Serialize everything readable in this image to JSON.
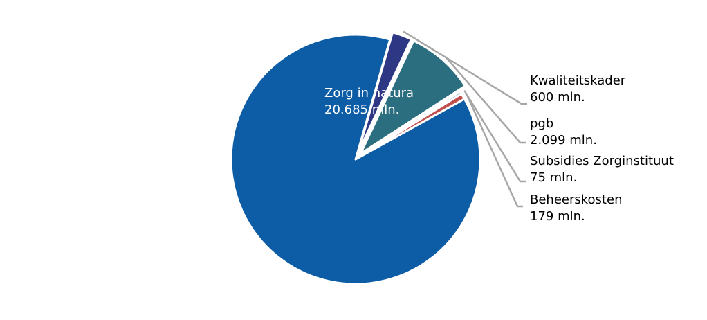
{
  "chart_data": {
    "type": "pie",
    "title": "",
    "slices": [
      {
        "name": "Zorg in natura",
        "value": 20685,
        "value_label": "20.685 mln.",
        "color": "#0d5ca6",
        "label_position": "inside"
      },
      {
        "name": "Kwaliteitskader",
        "value": 600,
        "value_label": "600 mln.",
        "color": "#2d3784",
        "label_position": "outside"
      },
      {
        "name": "pgb",
        "value": 2099,
        "value_label": "2.099 mln.",
        "color": "#2b6e80",
        "label_position": "outside"
      },
      {
        "name": "Subsidies Zorginstituut",
        "value": 75,
        "value_label": "75 mln.",
        "color": "#1f6399",
        "label_position": "outside"
      },
      {
        "name": "Beheerskosten",
        "value": 179,
        "value_label": "179 mln.",
        "color": "#c0504d",
        "label_position": "outside"
      }
    ],
    "start_angle_deg": -29,
    "direction": "clockwise",
    "exploded_slices": [
      "Kwaliteitskader",
      "pgb"
    ],
    "leader_line_color": "#a6a6a6"
  }
}
